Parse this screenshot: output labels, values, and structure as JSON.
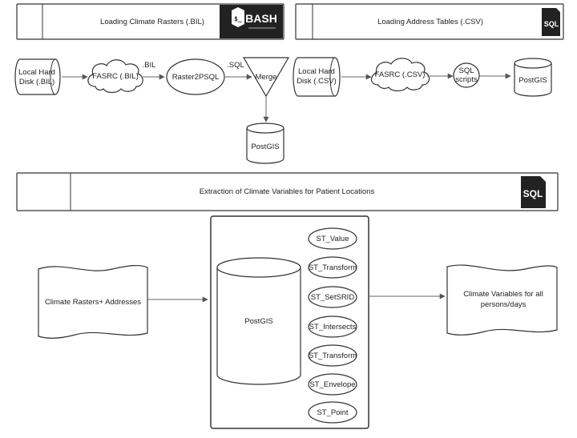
{
  "sections": {
    "loading_rasters": "Loading Climate Rasters (.BIL)",
    "loading_tables": "Loading Address Tables (.CSV)",
    "extraction": "Extraction of Climate Variables for Patient Locations"
  },
  "badges": {
    "bash_logo_text": "BASH",
    "sql_icon_top": "SQL",
    "sql_icon_bottom": "SQL"
  },
  "raster_flow": {
    "local_disk": [
      "Local Hard",
      "Disk (.BIL)"
    ],
    "fasrc": "FASRC (.BIL)",
    "edge_bil": ".BIL",
    "raster2psql": "Raster2PSQL",
    "edge_sql": ".SQL",
    "merge": "Merge",
    "postgis": "PostGIS"
  },
  "table_flow": {
    "local_disk": [
      "Local Hard",
      "Disk (.CSV)"
    ],
    "fasrc": "FASRC (.CSV)",
    "sql_scripts": [
      "SQL",
      "scripts"
    ],
    "postgis": "PostGIS"
  },
  "extraction_flow": {
    "input": "Climate Rasters+ Addresses",
    "postgis": "PostGIS",
    "functions": [
      "ST_Value",
      "ST_Transform",
      "ST_SetSRID",
      "ST_Intersects",
      "ST_Transform",
      "ST_Envelope",
      "ST_Point"
    ],
    "output": [
      "Climate Variables for all",
      "persons/days"
    ]
  }
}
